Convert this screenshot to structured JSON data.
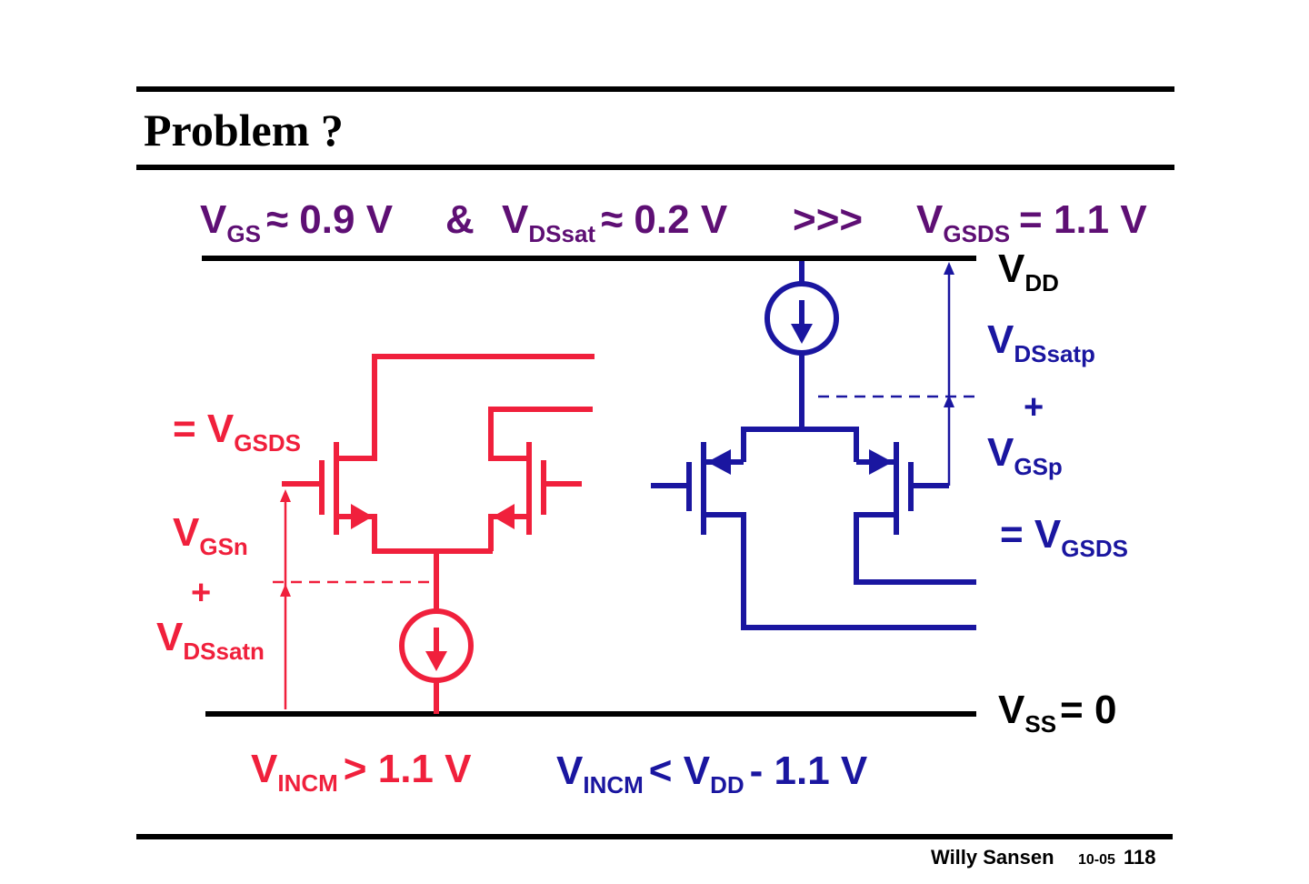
{
  "slide": {
    "title": "Problem ?",
    "footer": {
      "author": "Willy Sansen",
      "code": "10-05",
      "page": "118"
    }
  },
  "colors": {
    "nmos": "#f0203c",
    "pmos": "#1a16a0",
    "header": "#5e0f74",
    "rules": "#000000"
  },
  "header_eq": {
    "vgs_main": "V",
    "vgs_sub": "GS",
    "vgs_val": "≈ 0.9 V",
    "amp": "&",
    "vdssat_main": "V",
    "vdssat_sub": "DSsat",
    "vdssat_val": "≈ 0.2 V",
    "arrows": ">>>",
    "vgsds_main": "V",
    "vgsds_sub": "GSDS",
    "vgsds_val": "= 1.1 V"
  },
  "rails": {
    "vdd_main": "V",
    "vdd_sub": "DD",
    "vss_main": "V",
    "vss_sub": "SS",
    "vss_val": "= 0"
  },
  "left_labels": {
    "eq_prefix": "= V",
    "eq_sub": "GSDS",
    "vgsn_main": "V",
    "vgsn_sub": "GSn",
    "plus": "+",
    "vdssatn_main": "V",
    "vdssatn_sub": "DSsatn"
  },
  "right_labels": {
    "vdssatp_main": "V",
    "vdssatp_sub": "DSsatp",
    "plus": "+",
    "vgsp_main": "V",
    "vgsp_sub": "GSp",
    "eq_prefix": "= V",
    "eq_sub": "GSDS"
  },
  "conditions": {
    "n_main": "V",
    "n_sub": "INCM",
    "n_val": "> 1.1 V",
    "p_main": "V",
    "p_sub": "INCM",
    "p_mid": "< V",
    "p_sub2": "DD",
    "p_val": "- 1.1 V"
  }
}
